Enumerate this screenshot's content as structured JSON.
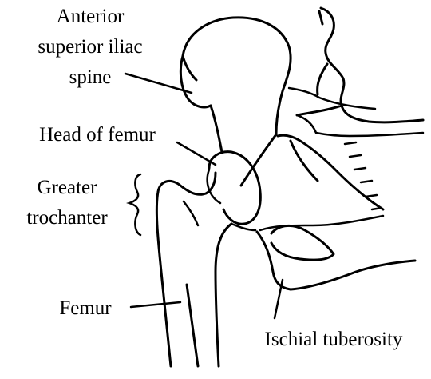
{
  "labels": {
    "asis_line1": "Anterior",
    "asis_line2": "superior iliac",
    "asis_line3": "spine",
    "head_of_femur": "Head of femur",
    "greater_troch_line1": "Greater",
    "greater_troch_line2": "trochanter",
    "femur": "Femur",
    "ischial_tuberosity": "Ischial tuberosity"
  },
  "colors": {
    "ink": "#000000",
    "background": "#ffffff"
  }
}
